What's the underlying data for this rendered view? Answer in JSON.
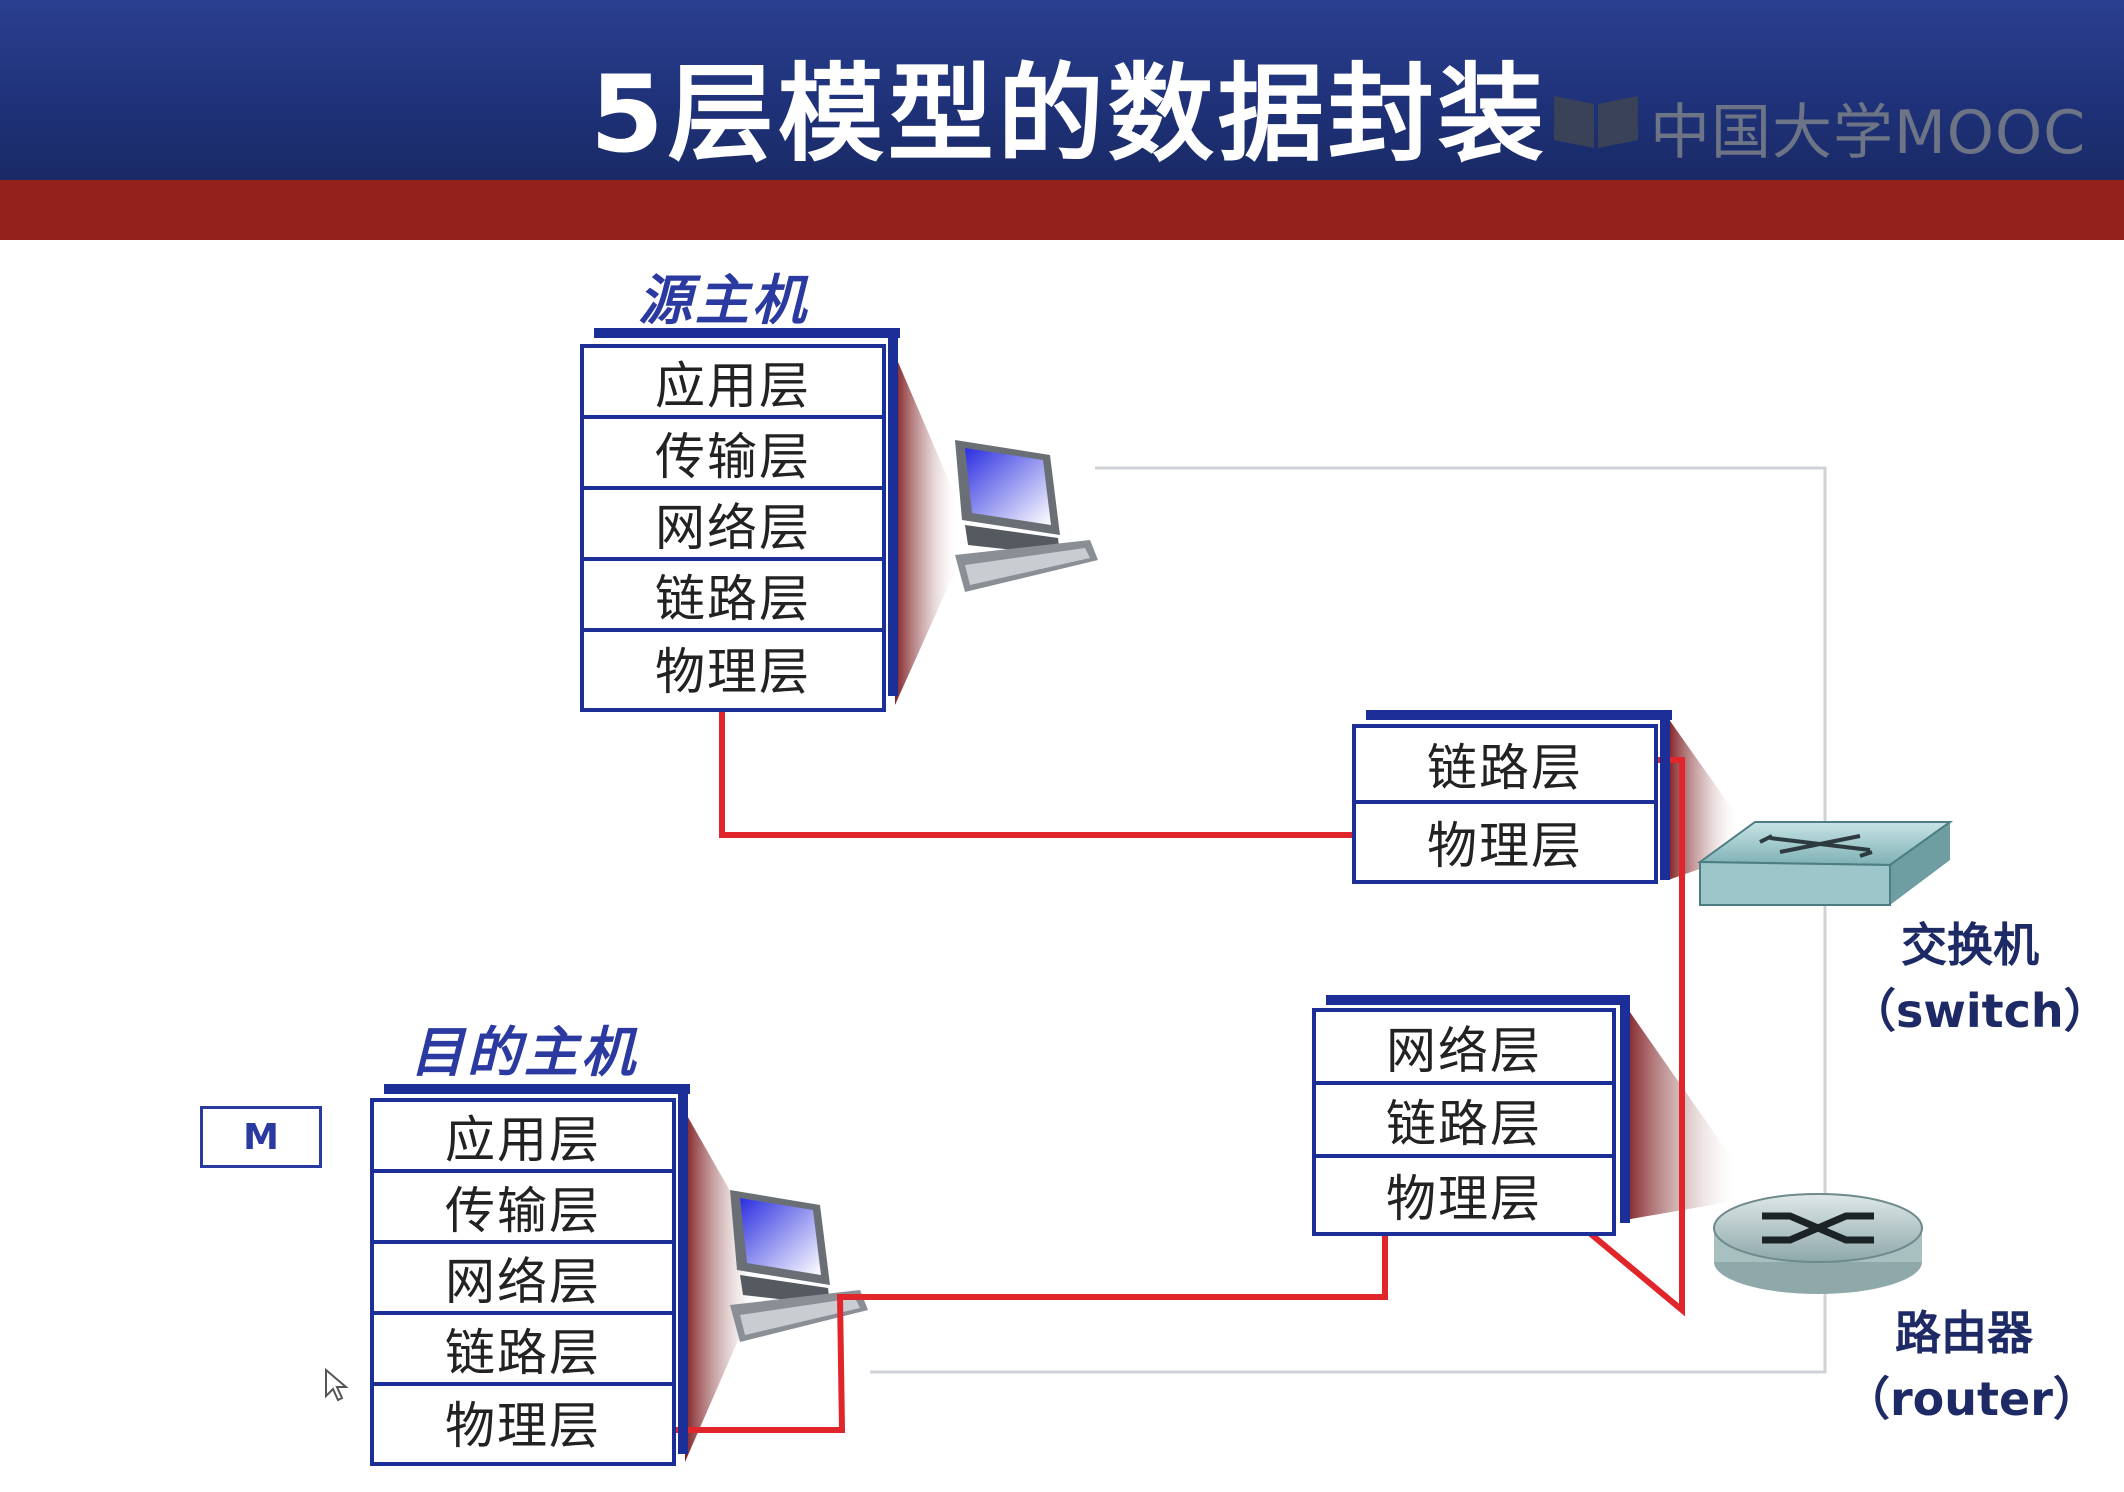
{
  "header": {
    "title": "5层模型的数据封装",
    "logo_text": "中国大学MOOC"
  },
  "source_host": {
    "title": "源主机",
    "layers": [
      "应用层",
      "传输层",
      "网络层",
      "链路层",
      "物理层"
    ]
  },
  "switch_stack": {
    "layers": [
      "链路层",
      "物理层"
    ]
  },
  "router_stack": {
    "layers": [
      "网络层",
      "链路层",
      "物理层"
    ]
  },
  "dest_host": {
    "title": "目的主机",
    "layers": [
      "应用层",
      "传输层",
      "网络层",
      "链路层",
      "物理层"
    ]
  },
  "switch_label": {
    "name": "交换机",
    "en": "（switch）"
  },
  "router_label": {
    "name": "路由器",
    "en": "（router）"
  },
  "message_box": {
    "label": "M"
  },
  "colors": {
    "header_blue": "#1f327a",
    "header_red": "#93231a",
    "stack_blue": "#1c2f99",
    "path_red": "#e0262a"
  }
}
